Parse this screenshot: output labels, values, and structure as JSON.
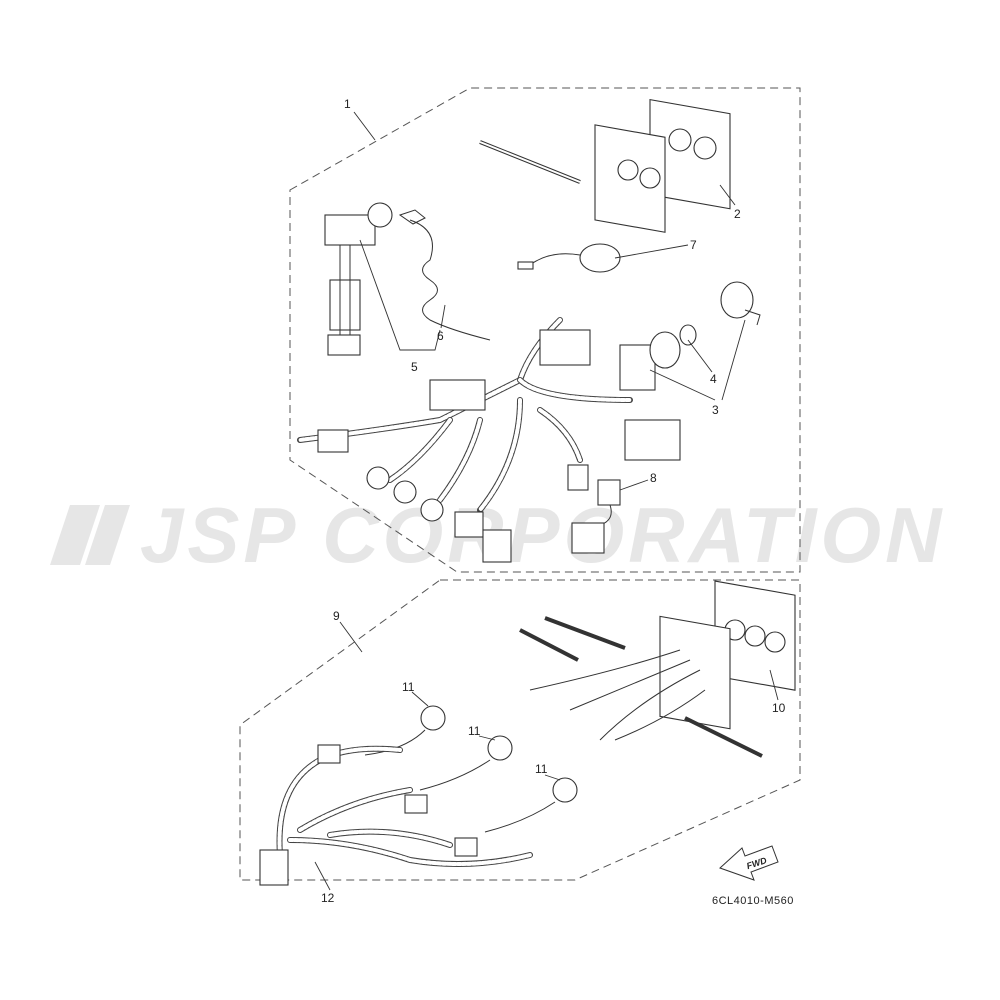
{
  "watermark": {
    "text": "JSP CORPORATION"
  },
  "diagram": {
    "code": "6CL4010-M560",
    "fwd_label": "FWD",
    "callouts": {
      "c1": "1",
      "c2": "2",
      "c3": "3",
      "c4": "4",
      "c5": "5",
      "c6": "6",
      "c7": "7",
      "c8": "8",
      "c9": "9",
      "c10": "10",
      "c11a": "11",
      "c11b": "11",
      "c11c": "11",
      "c12": "12"
    }
  }
}
